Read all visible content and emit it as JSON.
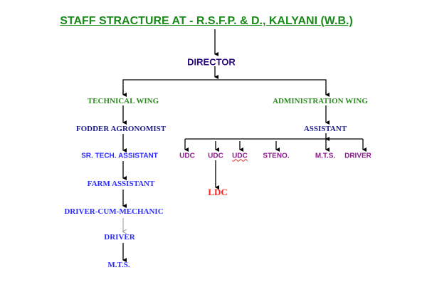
{
  "title": "STAFF STRACTURE AT - R.S.F.P. & D., KALYANI (W.B.)",
  "director": "DIRECTOR",
  "technical_wing": {
    "label": "TECHNICAL WING",
    "chain": [
      "FODDER AGRONOMIST",
      "SR. TECH. ASSISTANT",
      "FARM ASSISTANT",
      "DRIVER-CUM-MECHANIC",
      "DRIVER",
      "M.T.S."
    ]
  },
  "administration_wing": {
    "label": "ADMINISTRATION WING",
    "assistant": "ASSISTANT",
    "staff": [
      "UDC",
      "UDC",
      "UDC",
      "STENO.",
      "M.T.S.",
      "DRIVER"
    ],
    "sub": "LDC"
  },
  "colors": {
    "title": "#1a8a1a",
    "director": "#2a0a80",
    "technical": "#2b2bff",
    "admin_staff": "#8b1a8b",
    "ldc": "#ff2020"
  }
}
